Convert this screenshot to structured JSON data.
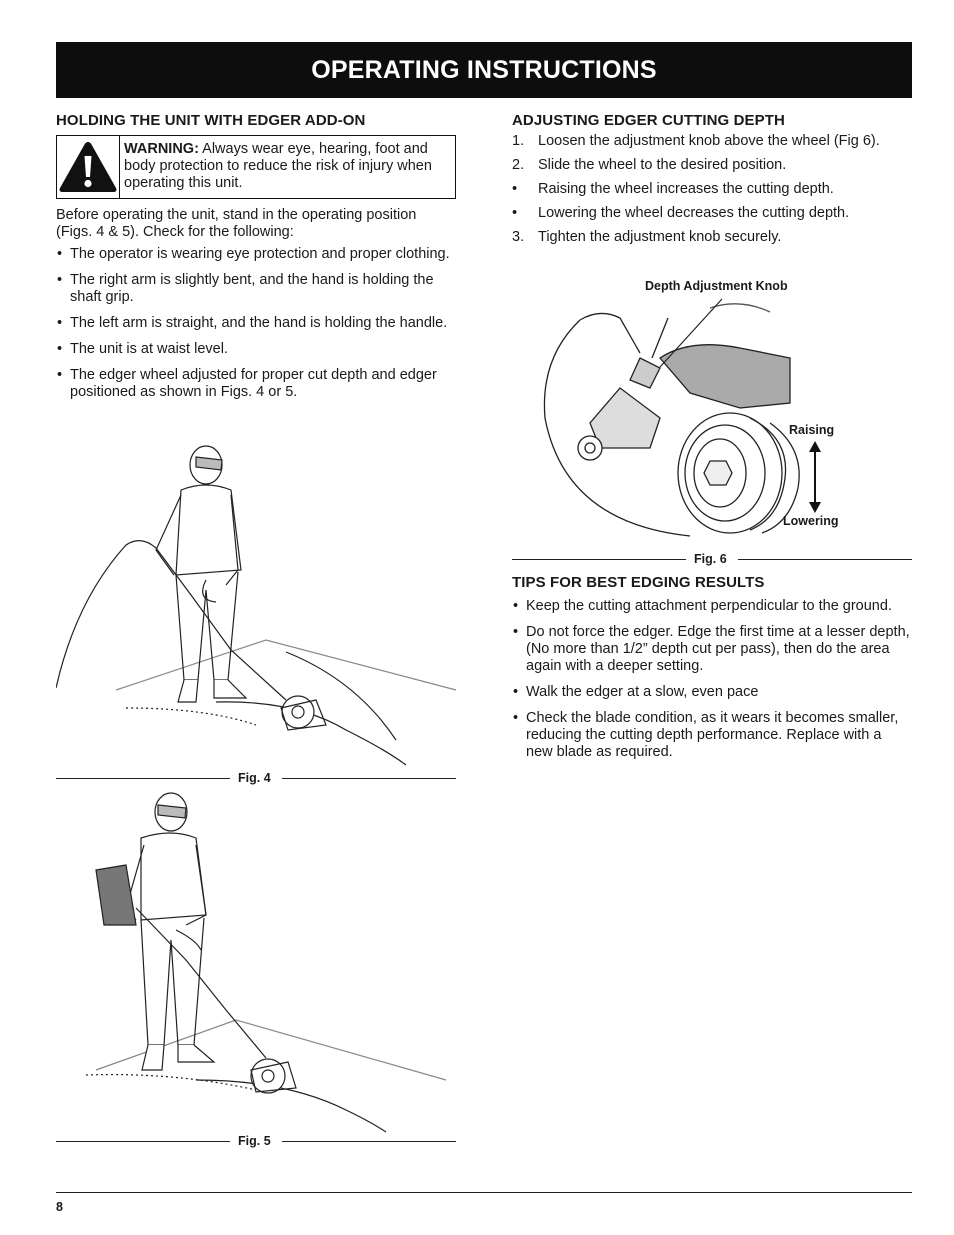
{
  "banner": {
    "title": "OPERATING INSTRUCTIONS"
  },
  "left": {
    "heading": "HOLDING THE UNIT WITH EDGER ADD-ON",
    "warning": {
      "icon": "warning-triangle-icon",
      "label": "WARNING:",
      "text": " Always wear eye, hearing, foot and body protection to reduce the risk of injury when operating this unit."
    },
    "intro": "Before operating the unit, stand in the operating position (Figs. 4 & 5). Check for the following:",
    "bullets": [
      "The operator is wearing eye protection and proper clothing.",
      "The right arm is slightly bent, and the hand is holding the shaft grip.",
      "The left arm is straight, and the hand is holding the handle.",
      "The unit is at waist level.",
      "The edger wheel adjusted for proper cut depth and edger positioned as shown in Figs. 4 or 5."
    ],
    "fig4_label": "Fig. 4",
    "fig5_label": "Fig. 5"
  },
  "right": {
    "heading1": "ADJUSTING EDGER CUTTING DEPTH",
    "steps": [
      {
        "marker": "1.",
        "text": "Loosen the adjustment knob above the wheel (Fig 6)."
      },
      {
        "marker": "2.",
        "text": "Slide the wheel to the desired position."
      },
      {
        "marker": "•",
        "text": "Raising the wheel increases the cutting depth."
      },
      {
        "marker": "•",
        "text": "Lowering the wheel decreases the cutting depth."
      },
      {
        "marker": "3.",
        "text": "Tighten the adjustment knob securely."
      }
    ],
    "fig6": {
      "callout_knob": "Depth Adjustment Knob",
      "callout_raising": "Raising",
      "callout_lowering": "Lowering",
      "label": "Fig. 6"
    },
    "heading2": "TIPS FOR BEST EDGING RESULTS",
    "tips": [
      "Keep the cutting attachment perpendicular to the ground.",
      "Do not force the edger. Edge the first time at a lesser depth,(No more than 1/2” depth cut per pass), then do the area again with a deeper setting.",
      "Walk the edger at a slow, even pace",
      "Check the blade condition, as it wears it becomes smaller, reducing the cutting depth performance. Replace with a new blade as required."
    ]
  },
  "footer": {
    "page_number": "8"
  }
}
